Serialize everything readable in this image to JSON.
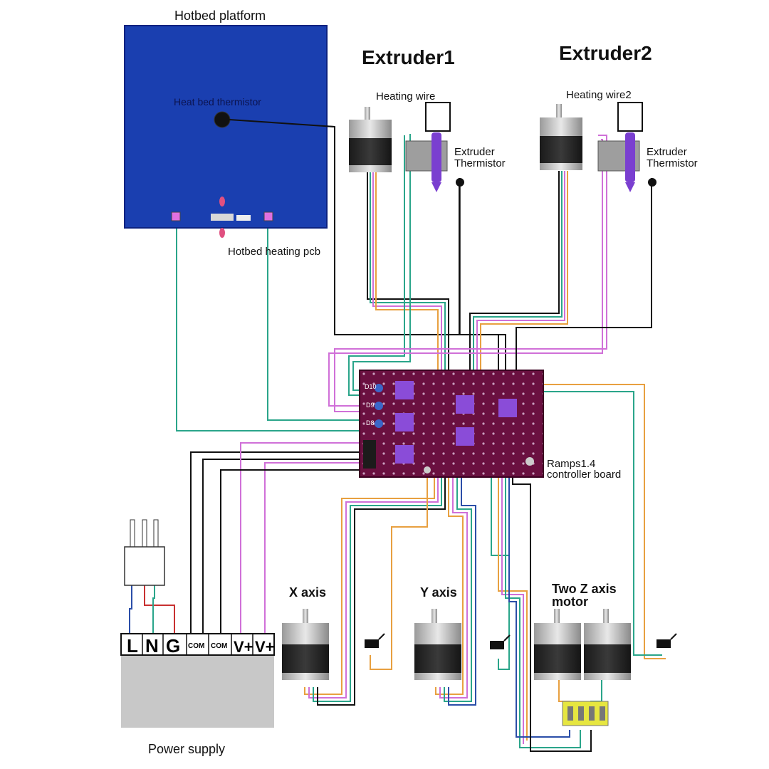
{
  "labels": {
    "hotbed_platform": "Hotbed platform",
    "heat_bed_thermistor": "Heat bed thermistor",
    "hotbed_heating_pcb": "Hotbed heating pcb",
    "extruder1": "Extruder1",
    "extruder2": "Extruder2",
    "heating_wire": "Heating wire",
    "heating_wire2": "Heating wire2",
    "extruder_thermistor_1a": "Extruder",
    "extruder_thermistor_1b": "Thermistor",
    "extruder_thermistor_2a": "Extruder",
    "extruder_thermistor_2b": "Thermistor",
    "ramps_line1": "Ramps1.4",
    "ramps_line2": "controller board",
    "x_axis": "X axis",
    "y_axis": "Y axis",
    "z_axis_line1": "Two Z axis",
    "z_axis_line2": "motor",
    "power_supply": "Power supply",
    "board_d10": "D10",
    "board_d9": "D9",
    "board_d8": "D8"
  },
  "terminals": [
    "L",
    "N",
    "G",
    "COM",
    "COM",
    "V+",
    "V+"
  ],
  "colors": {
    "hotbed": "#1a3fb0",
    "board": "#6a1040",
    "wire_green": "#2aa58a",
    "wire_pink": "#d070d8",
    "wire_orange": "#e8a040",
    "wire_black": "#111111",
    "wire_blue": "#2b4ea8",
    "wire_red": "#c83030",
    "psu_body": "#c8c8c8"
  }
}
